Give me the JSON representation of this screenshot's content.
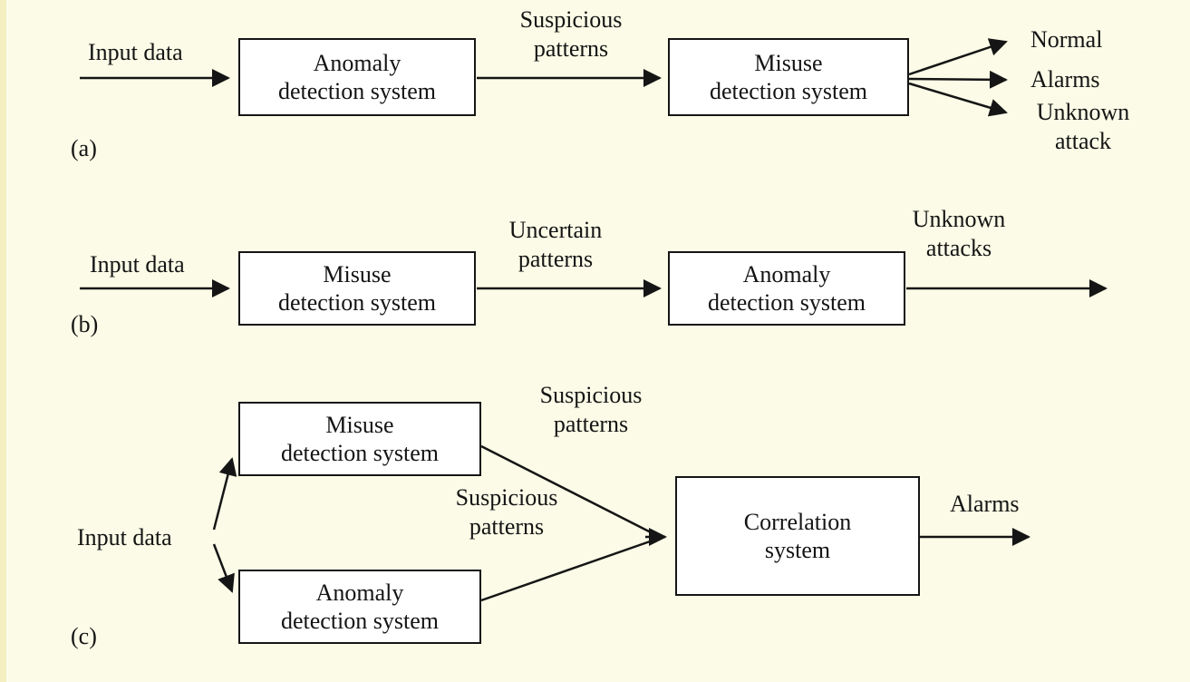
{
  "colors": {
    "background": "#fbfbe7",
    "box_background": "#ffffff",
    "line": "#151515"
  },
  "panel_a": {
    "caption": "(a)",
    "input_label": "Input data",
    "box1": "Anomaly\ndetection system",
    "flow_label": "Suspicious\npatterns",
    "box2": "Misuse\ndetection system",
    "outputs": [
      "Normal",
      "Alarms",
      "Unknown\nattack"
    ]
  },
  "panel_b": {
    "caption": "(b)",
    "input_label": "Input data",
    "box1": "Misuse\ndetection system",
    "flow_label": "Uncertain\npatterns",
    "box2": "Anomaly\ndetection system",
    "output_label": "Unknown\nattacks"
  },
  "panel_c": {
    "caption": "(c)",
    "input_label": "Input data",
    "box1": "Misuse\ndetection system",
    "flow_label_top": "Suspicious\npatterns",
    "flow_label_bottom": "Suspicious\npatterns",
    "box2": "Anomaly\ndetection system",
    "box3": "Correlation\nsystem",
    "output_label": "Alarms"
  }
}
